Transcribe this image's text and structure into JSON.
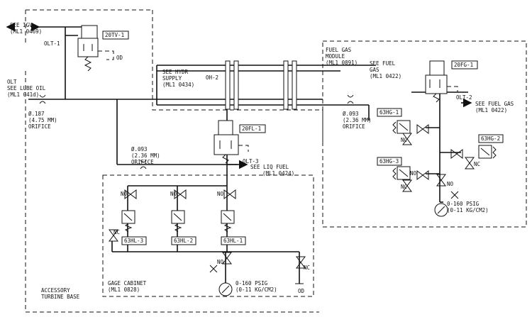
{
  "labels": {
    "see_igv": "SEE IGV",
    "see_igv_ml": "(ML1 0469)",
    "olt1": "OLT-1",
    "olt": "OLT",
    "see_lube_oil": "SEE LUBE OIL",
    "see_lube_oil_ml": "(ML1 041d)",
    "orifice1_a": "Ø.187",
    "orifice1_b": "(4.75 MM)",
    "orifice1_c": "ORIFICE",
    "see_hydr_1": "SEE HYDR",
    "see_hydr_2": "SUPPLY",
    "see_hydr_3": "(ML1 0434)",
    "oh2": "OH-2",
    "fuel_gas_module_1": "FUEL GAS",
    "fuel_gas_module_2": "MODULE",
    "fuel_gas_module_3": "(ML1 0891)",
    "see_fuel_gas_1": "SEE FUEL",
    "see_fuel_gas_2": "GAS",
    "see_fuel_gas_3": "(ML1 0422)",
    "orifice2_a": "Ø.093",
    "orifice2_b": "(2.36 MM)",
    "orifice2_c": "ORIFICE",
    "olt2": "OLT-2",
    "see_fuel_gas_r1": "SEE FUEL GAS",
    "see_fuel_gas_r2": "(ML1 0422)",
    "orifice3_a": "Ø.093",
    "orifice3_b": "(2.36 MM)",
    "orifice3_c": "ORIFICE",
    "olt3": "OLT-3",
    "see_liq_fuel_1": "SEE LIQ FUEL",
    "see_liq_fuel_2": "(ML1 0424)",
    "od": "OD",
    "no": "NO",
    "nc": "NC",
    "gauge_1": "0-160 PSIG",
    "gauge_2": "(0-11 KG/CM2)",
    "gage_cabinet_1": "GAGE CABINET",
    "gage_cabinet_2": "(ML1 0828)",
    "accessory_1": "ACCESSORY",
    "accessory_2": "TURBINE BASE"
  },
  "tags": {
    "t20tv1": "20TV-1",
    "t20fg1": "20FG-1",
    "t20fl1": "20FL-1",
    "t63hg1": "63HG-1",
    "t63hg2": "63HG-2",
    "t63hg3": "63HG-3",
    "t63hl1": "63HL-1",
    "t63hl2": "63HL-2",
    "t63hl3": "63HL-3"
  }
}
